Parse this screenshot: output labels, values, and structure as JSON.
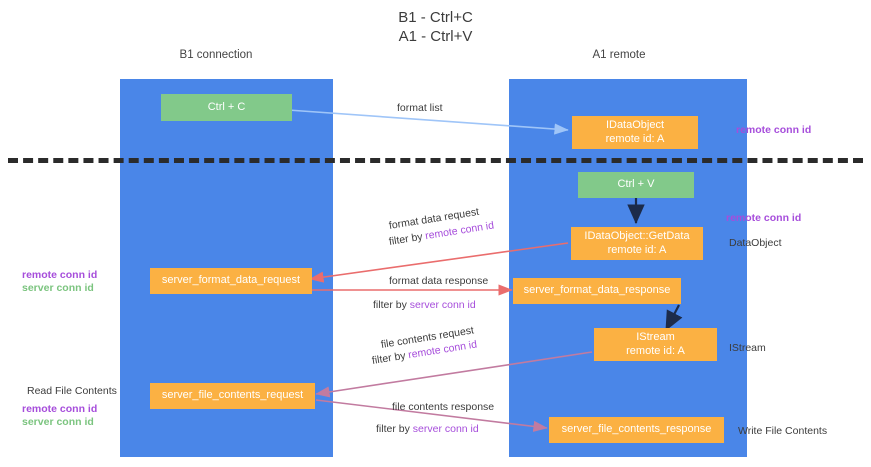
{
  "title": "B1 - Ctrl+C\nA1 - Ctrl+V",
  "columns": [
    {
      "name": "B1",
      "sub": "connection"
    },
    {
      "name": "A1",
      "sub": "remote"
    }
  ],
  "column_headers": {
    "left": "B1\nconnection",
    "right": "A1\nremote"
  },
  "nodes": [
    {
      "id": "ctrl-c",
      "label": "Ctrl + C",
      "color": "#82c98a"
    },
    {
      "id": "idataobject",
      "label": "IDataObject\nremote id: A",
      "color": "#fbb143"
    },
    {
      "id": "ctrl-v",
      "label": "Ctrl + V",
      "color": "#82c98a"
    },
    {
      "id": "idataobject-getdata",
      "label": "IDataObject::GetData\nremote id: A",
      "color": "#fbb143"
    },
    {
      "id": "server-format-data-request",
      "label": "server_format_data_request",
      "color": "#fbb143"
    },
    {
      "id": "server-format-data-response",
      "label": "server_format_data_response",
      "color": "#fbb143"
    },
    {
      "id": "istream",
      "label": "IStream\nremote id: A",
      "color": "#fbb143"
    },
    {
      "id": "server-file-contents-request",
      "label": "server_file_contents_request",
      "color": "#fbb143"
    },
    {
      "id": "server-file-contents-response",
      "label": "server_file_contents_response",
      "color": "#fbb143"
    }
  ],
  "edge_labels": {
    "format_list": "format list",
    "format_data_request": "format data request",
    "filter_by": "filter by ",
    "remote_conn_id": "remote conn id",
    "format_data_response": "format data response",
    "server_conn_id": "server conn id",
    "file_contents_request": "file contents request",
    "file_contents_response": "file contents response"
  },
  "side_labels": {
    "remote_conn_id_top_right": "remote conn id",
    "remote_conn_id_mid_right": "remote conn id",
    "data_object": "DataObject",
    "istream": "IStream",
    "write_file_contents": "Write File Contents",
    "read_file_contents": "Read File Contents",
    "remote_conn_id_left_a": "remote conn id",
    "server_conn_id_left_a": "server conn id",
    "remote_conn_id_left_b": "remote conn id",
    "server_conn_id_left_b": "server conn id"
  },
  "colors": {
    "lane": "#4a86e8",
    "green_node": "#82c98a",
    "orange_node": "#fbb143",
    "purple": "#a64ddb",
    "green_text": "#7bc47f",
    "arrow_blue": "#9fc5f8",
    "arrow_red": "#ea6d6d",
    "arrow_magenta": "#c27ba0",
    "arrow_dark": "#1c2b4a",
    "separator": "#2b2b2b"
  }
}
